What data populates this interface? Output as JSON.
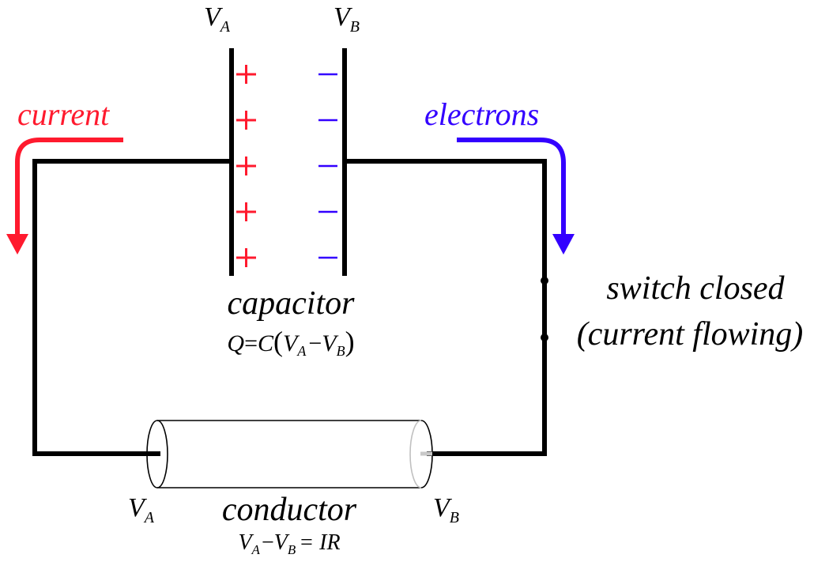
{
  "diagram": {
    "capacitor": {
      "plate_a_label": "V",
      "plate_a_sub": "A",
      "plate_b_label": "V",
      "plate_b_sub": "B",
      "positive_charges": [
        "+",
        "+",
        "+",
        "+",
        "+"
      ],
      "negative_charges": [
        "−",
        "−",
        "−",
        "−",
        "−"
      ],
      "title": "capacitor",
      "equation": {
        "lhs": "Q",
        "eq": "=",
        "c": "C",
        "open": "(",
        "va": "V",
        "va_sub": "A",
        "minus": "−",
        "vb": "V",
        "vb_sub": "B",
        "close": ")"
      }
    },
    "current_arrow": {
      "label": "current",
      "color": "#ff1a2e"
    },
    "electrons_arrow": {
      "label": "electrons",
      "color": "#3300ff"
    },
    "switch": {
      "line1": "switch closed",
      "line2": "(current flowing)"
    },
    "conductor": {
      "left_label": "V",
      "left_sub": "A",
      "right_label": "V",
      "right_sub": "B",
      "title": "conductor",
      "equation": {
        "va": "V",
        "va_sub": "A",
        "minus": "−",
        "vb": "V",
        "vb_sub": "B",
        "rhs": "= IR"
      }
    },
    "colors": {
      "wire": "#000000",
      "positive": "#ff1a2e",
      "negative": "#3300ff"
    }
  }
}
